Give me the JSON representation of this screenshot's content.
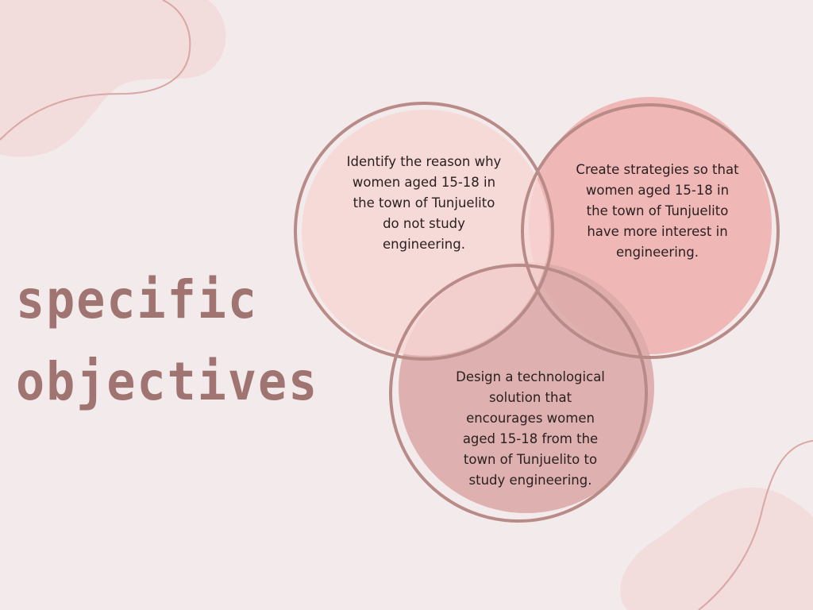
{
  "slide": {
    "title_line1": "specific",
    "title_line2": "objectives"
  },
  "objectives": [
    {
      "text": "Identify the reason why\nwomen aged 15-18 in\nthe town of Tunjuelito\ndo not study\nengineering."
    },
    {
      "text": "Create strategies so that\nwomen aged 15-18 in\nthe town of Tunjuelito\nhave more interest in\nengineering."
    },
    {
      "text": "Design a technological\nsolution that\nencourages women\naged 15-18 from the\ntown of Tunjuelito to\nstudy engineering."
    }
  ],
  "colors": {
    "background": "#f3ebeb",
    "title": "#a07470",
    "bubble_left": "#f4d3d1",
    "bubble_right": "#efb8b7",
    "bubble_bottom": "#dcb0af",
    "ring": "#b98b88",
    "blob": "#f2dcdc",
    "decor_line": "#d8a7a6"
  }
}
